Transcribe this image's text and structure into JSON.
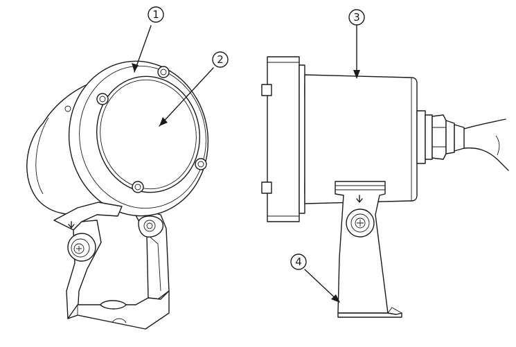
{
  "callouts": [
    {
      "label": "1"
    },
    {
      "label": "2"
    },
    {
      "label": "3"
    },
    {
      "label": "4"
    }
  ],
  "colors": {
    "line": "#1a1a1a",
    "background": "#ffffff"
  }
}
